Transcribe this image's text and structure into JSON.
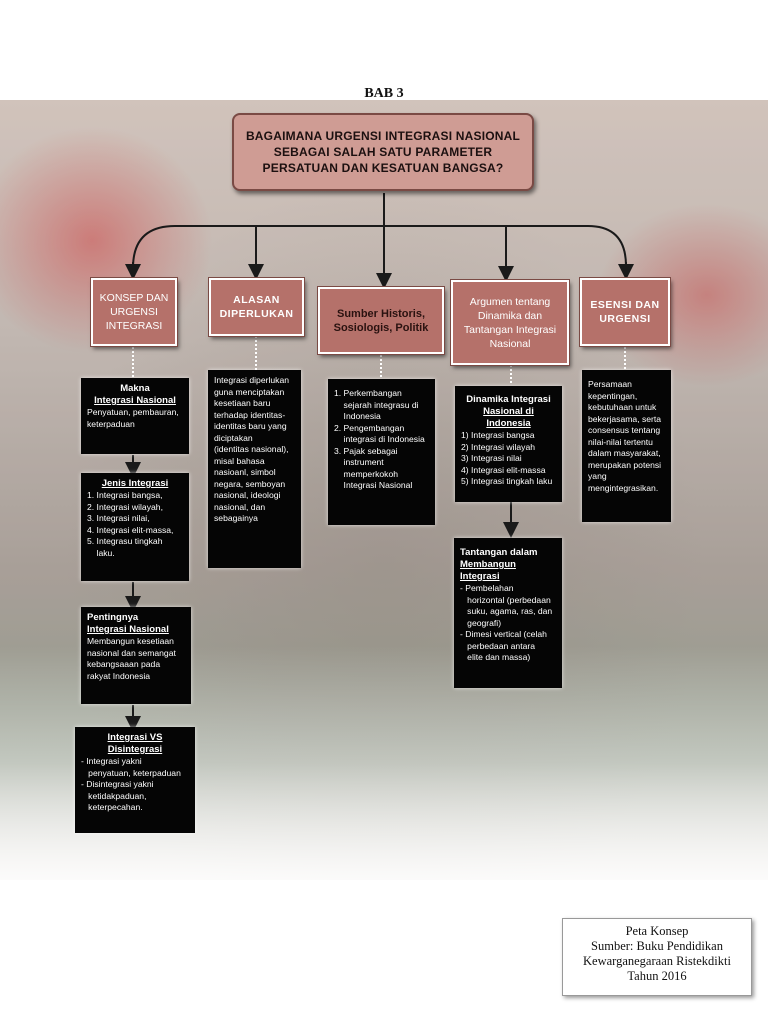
{
  "chapter": "BAB 3",
  "main_question": "BAGAIMANA URGENSI INTEGRASI NASIONAL SEBAGAI SALAH SATU PARAMETER PERSATUAN DAN KESATUAN BANGSA?",
  "categories": [
    {
      "label": "KONSEP DAN URGENSI INTEGRASI"
    },
    {
      "label": "ALASAN DIPERLUKAN"
    },
    {
      "label": "Sumber Historis, Sosiologis, Politik"
    },
    {
      "label": "Argumen tentang Dinamika dan Tantangan Integrasi Nasional"
    },
    {
      "label": "ESENSI DAN URGENSI"
    }
  ],
  "boxes": {
    "makna": {
      "title1": "Makna",
      "title2": "Integrasi Nasional",
      "lines": [
        "Penyatuan, pembauran,",
        "keterpaduan"
      ]
    },
    "jenis": {
      "title": "Jenis Integrasi",
      "lines": [
        "1. Integrasi bangsa,",
        "2. Integrasi wilayah,",
        "3. Integrasi nilai,",
        "4. Integrasi elit-massa,",
        "5. Integrasu tingkah",
        "    laku."
      ]
    },
    "pentingnya": {
      "title1": "Pentingnya",
      "title2": "Integrasi Nasional",
      "lines": [
        "Membangun kesetiaan",
        "nasional dan semangat",
        "kebangsaaan pada",
        "rakyat Indonesia"
      ]
    },
    "vs": {
      "title": "Integrasi VS Disintegrasi",
      "lines": [
        "- Integrasi yakni",
        "   penyatuan, keterpaduan",
        "- Disintegrasi yakni",
        "   ketidakpaduan,",
        "   keterpecahan."
      ]
    },
    "alasan": {
      "lines": [
        "Integrasi diperlukan",
        "guna menciptakan",
        "kesetiaan baru",
        "terhadap identitas-",
        "identitas baru yang",
        "diciptakan",
        "(identitas nasional),",
        "misal bahasa",
        "nasioanl, simbol",
        "negara, semboyan",
        "nasional, ideologi",
        "nasional, dan",
        "sebagainya"
      ]
    },
    "sumber": {
      "lines": [
        "1. Perkembangan",
        "    sejarah integrasu di",
        "    Indonesia",
        "2. Pengembangan",
        "    integrasi di Indonesia",
        "3. Pajak sebagai",
        "    instrument",
        "    memperkokoh",
        "    Integrasi Nasional"
      ]
    },
    "dinamika": {
      "title1": "Dinamika Integrasi",
      "title2": "Nasional di Indonesia",
      "lines": [
        "1) Integrasi bangsa",
        "2) Integrasi wilayah",
        "3) Integrasi nilai",
        "4) Integrasi elit-massa",
        "5) Integrasi tingkah laku"
      ]
    },
    "tantangan": {
      "title1": "Tantangan dalam",
      "title2": "Membangun Integrasi",
      "lines": [
        "- Pembelahan",
        "   horizontal (perbedaan",
        "   suku, agama, ras, dan",
        "   geografi)",
        "- Dimesi vertical (celah",
        "   perbedaan antara",
        "   elite dan massa)"
      ]
    },
    "esensi": {
      "lines": [
        "Persamaan",
        "kepentingan,",
        "kebutuhaan untuk",
        "bekerjasama, serta",
        "consensus tentang",
        "nilai-nilai tertentu",
        "dalam masyarakat,",
        "merupakan potensi",
        "yang",
        "mengintegrasikan."
      ]
    }
  },
  "source_note": [
    "Peta Konsep",
    "Sumber: Buku Pendidikan",
    "Kewarganegaraan Ristekdikti",
    "Tahun 2016"
  ],
  "colors": {
    "title_fill": "#cf9c94",
    "category_fill": "#b5716a",
    "box_fill": "#050505"
  }
}
